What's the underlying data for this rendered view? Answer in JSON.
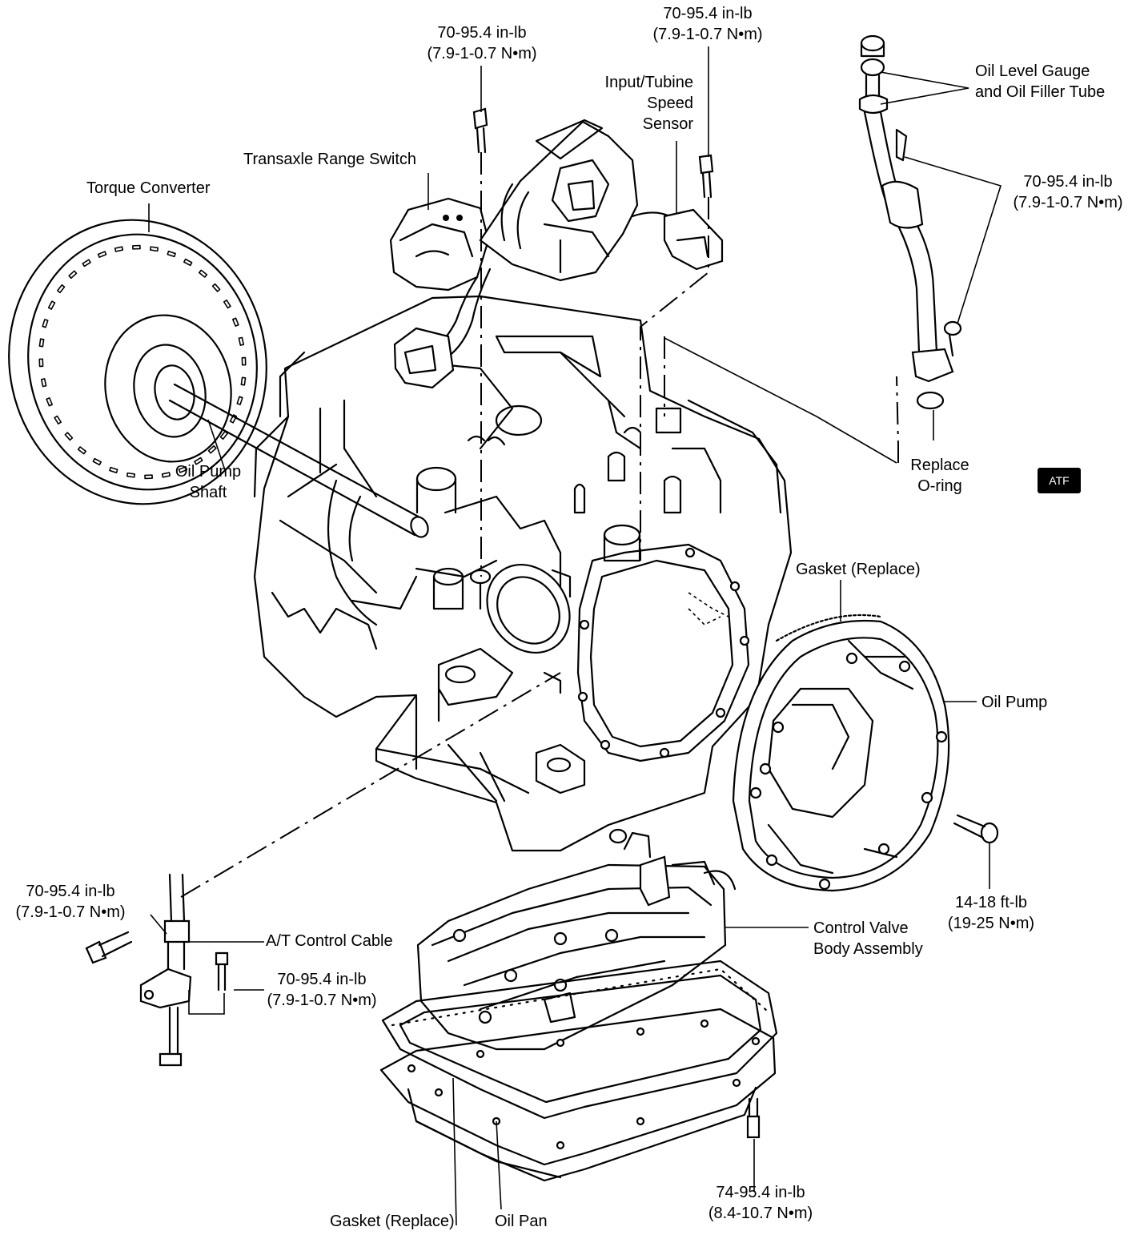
{
  "labels": {
    "torque_top_left": "70-95.4 in-lb",
    "torque_top_left_metric": "(7.9-1-0.7 N•m)",
    "torque_top_right": "70-95.4 in-lb",
    "torque_top_right_metric": "(7.9-1-0.7 N•m)",
    "input_sensor_1": "Input/Tubine",
    "input_sensor_2": "Speed",
    "input_sensor_3": "Sensor",
    "oil_level_1": "Oil Level Gauge",
    "oil_level_2": "and Oil Filler Tube",
    "transaxle_range_switch": "Transaxle Range Switch",
    "torque_converter": "Torque Converter",
    "torque_filler": "70-95.4 in-lb",
    "torque_filler_metric": "(7.9-1-0.7 N•m)",
    "oil_pump_shaft_1": "Oil Pump",
    "oil_pump_shaft_2": "Shaft",
    "replace_oring_1": "Replace",
    "replace_oring_2": "O-ring",
    "badge": "ATF",
    "gasket_replace_right": "Gasket (Replace)",
    "oil_pump": "Oil Pump",
    "torque_cable_left": "70-95.4 in-lb",
    "torque_cable_left_metric": "(7.9-1-0.7 N•m)",
    "at_control_cable": "A/T Control Cable",
    "torque_cable_bracket": "70-95.4 in-lb",
    "torque_cable_bracket_metric": "(7.9-1-0.7 N•m)",
    "torque_pump_bolt": "14-18 ft-lb",
    "torque_pump_bolt_metric": "(19-25 N•m)",
    "control_valve_1": "Control Valve",
    "control_valve_2": "Body Assembly",
    "torque_oil_pan": "74-95.4 in-lb",
    "torque_oil_pan_metric": "(8.4-10.7 N•m)",
    "gasket_replace_bottom": "Gasket (Replace)",
    "oil_pan": "Oil Pan"
  }
}
